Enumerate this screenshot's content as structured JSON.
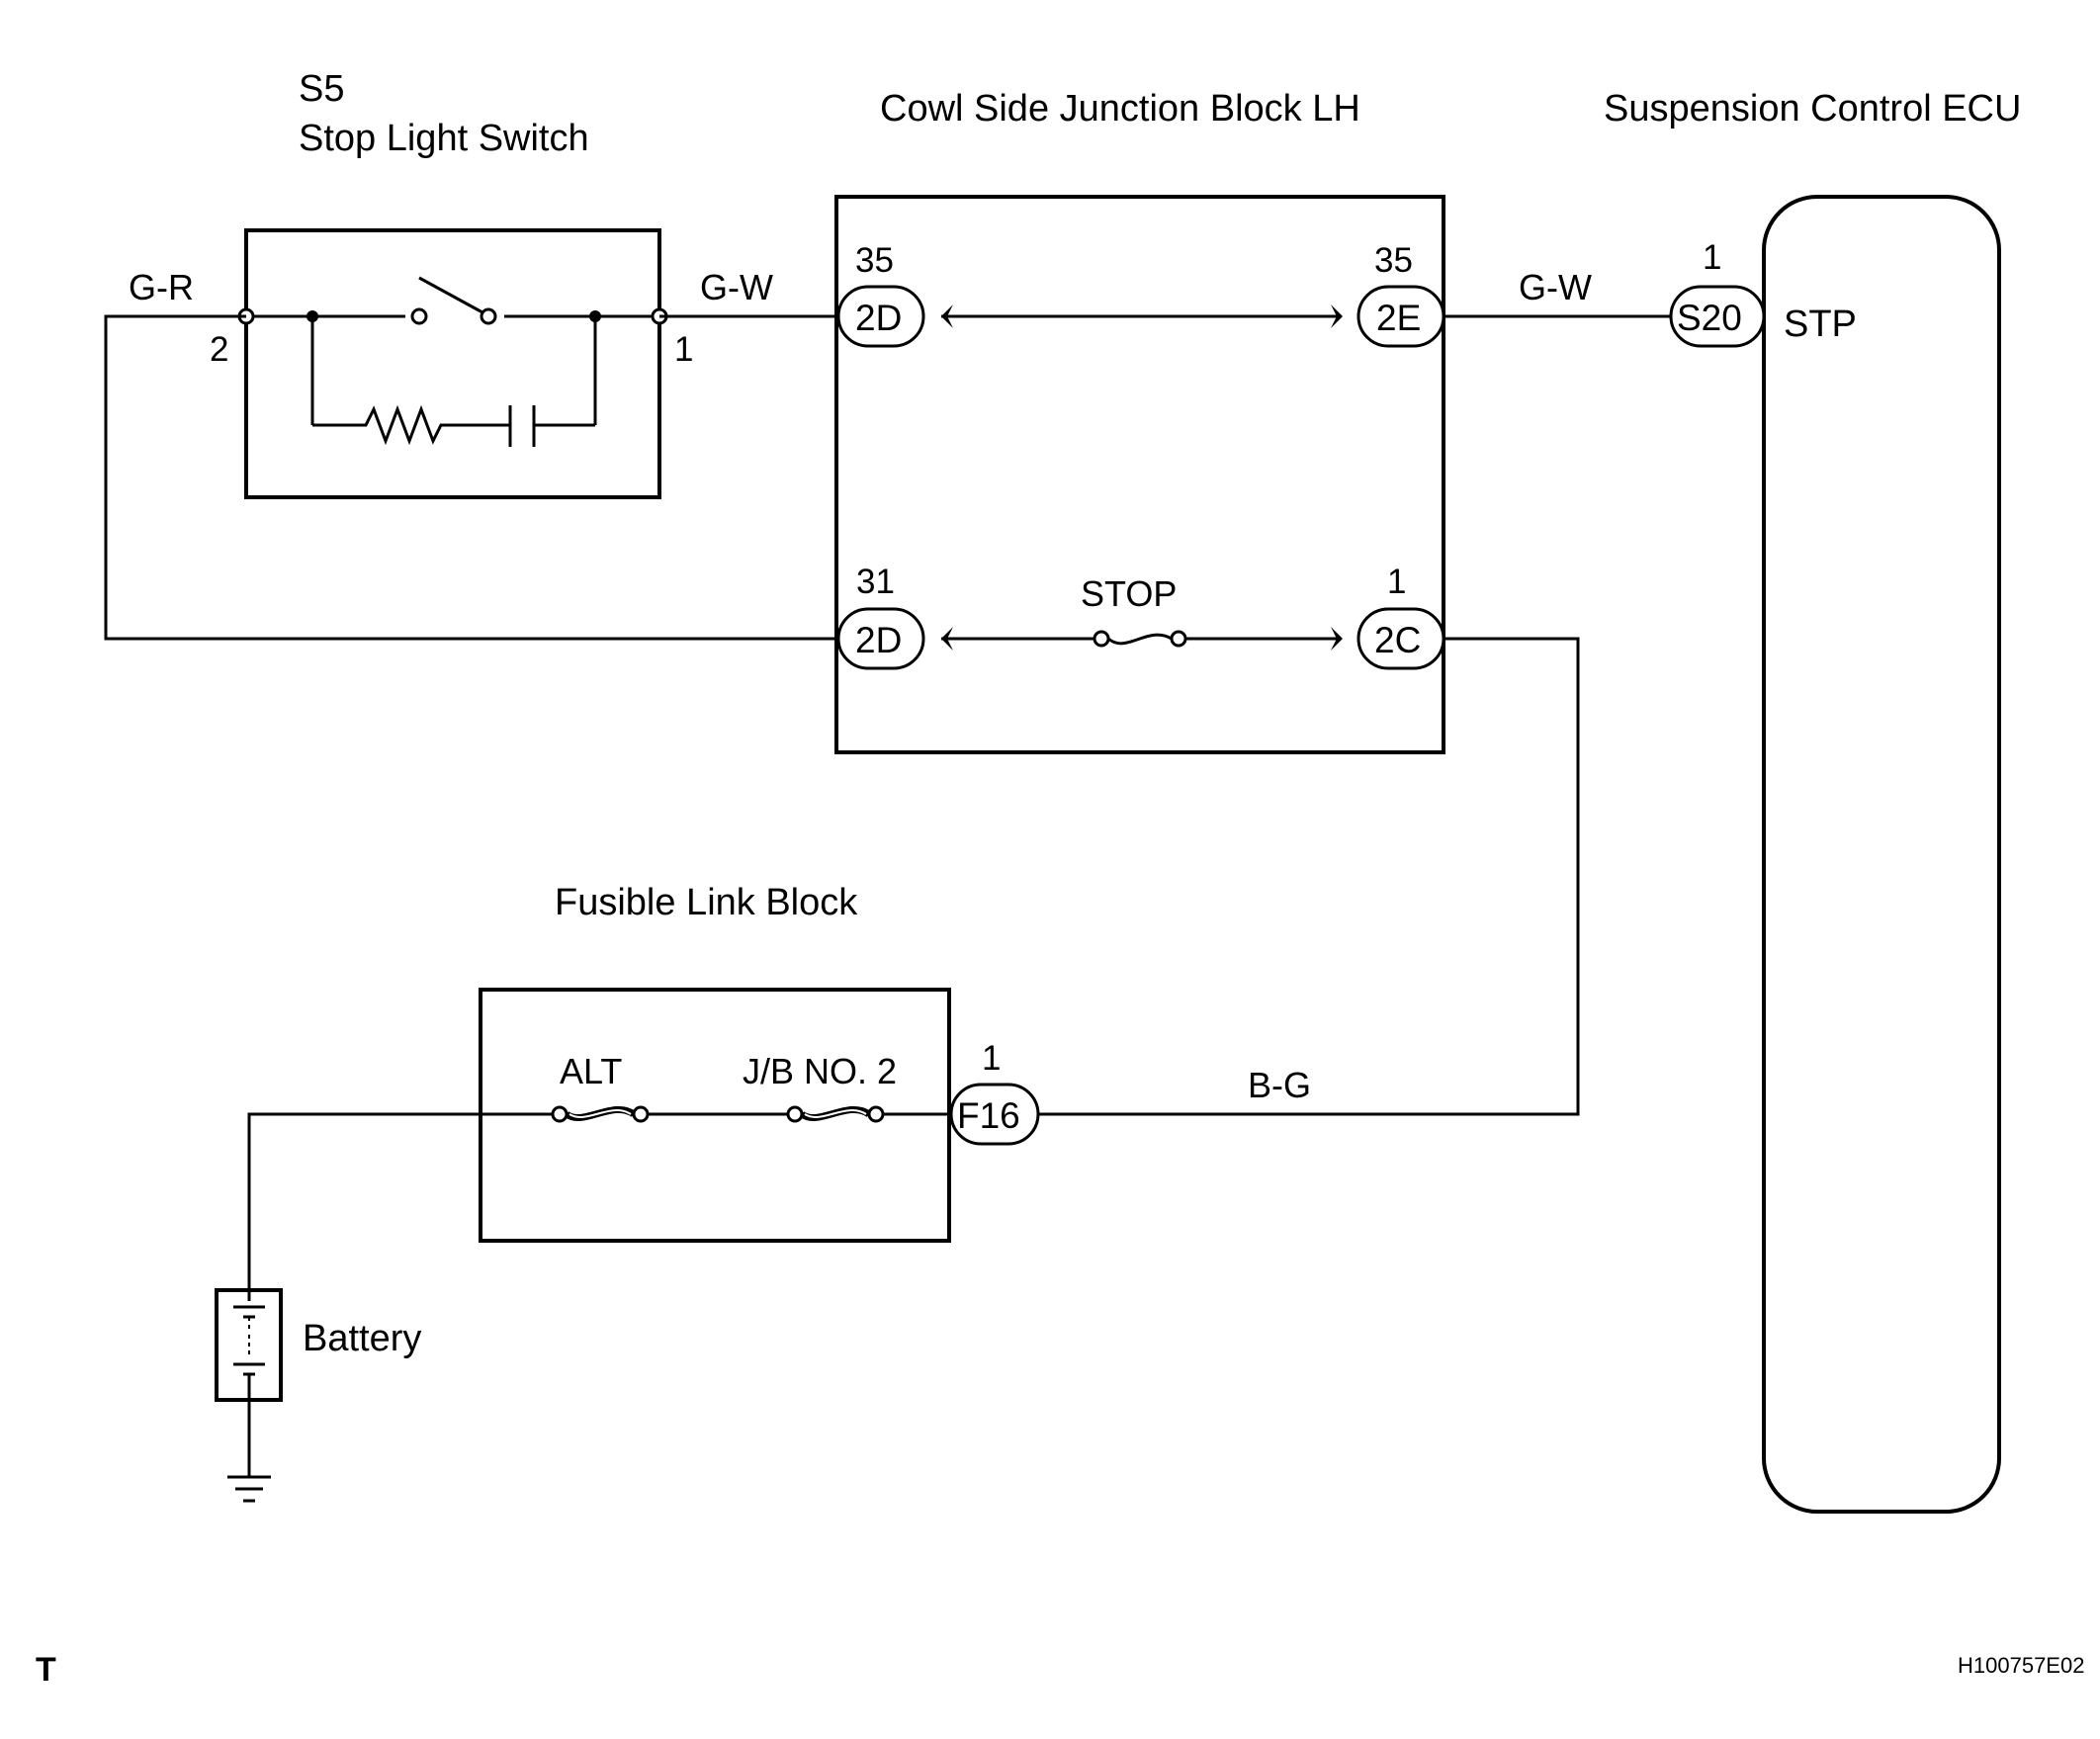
{
  "components": {
    "stop_light_switch": {
      "code": "S5",
      "name": "Stop Light Switch",
      "pin_left": "2",
      "pin_right": "1"
    },
    "junction_block": {
      "name": "Cowl Side Junction Block LH",
      "fuse": "STOP"
    },
    "ecu": {
      "name": "Suspension Control ECU",
      "terminal": "STP"
    },
    "fusible_link_block": {
      "name": "Fusible Link Block",
      "fuse_alt": "ALT",
      "fuse_jb2": "J/B NO. 2"
    },
    "battery": {
      "name": "Battery"
    }
  },
  "connectors": {
    "jb_2d_top": {
      "label": "2D",
      "pin": "35"
    },
    "jb_2e": {
      "label": "2E",
      "pin": "35"
    },
    "jb_2d_bottom": {
      "label": "2D",
      "pin": "31"
    },
    "jb_2c": {
      "label": "2C",
      "pin": "1"
    },
    "ecu_s20": {
      "label": "S20",
      "pin": "1"
    },
    "flb_f16": {
      "label": "F16",
      "pin": "1"
    }
  },
  "wires": {
    "gr": "G-R",
    "gw_switch": "G-W",
    "gw_ecu": "G-W",
    "bg": "B-G"
  },
  "footer": {
    "marker": "T",
    "code": "H100757E02"
  }
}
